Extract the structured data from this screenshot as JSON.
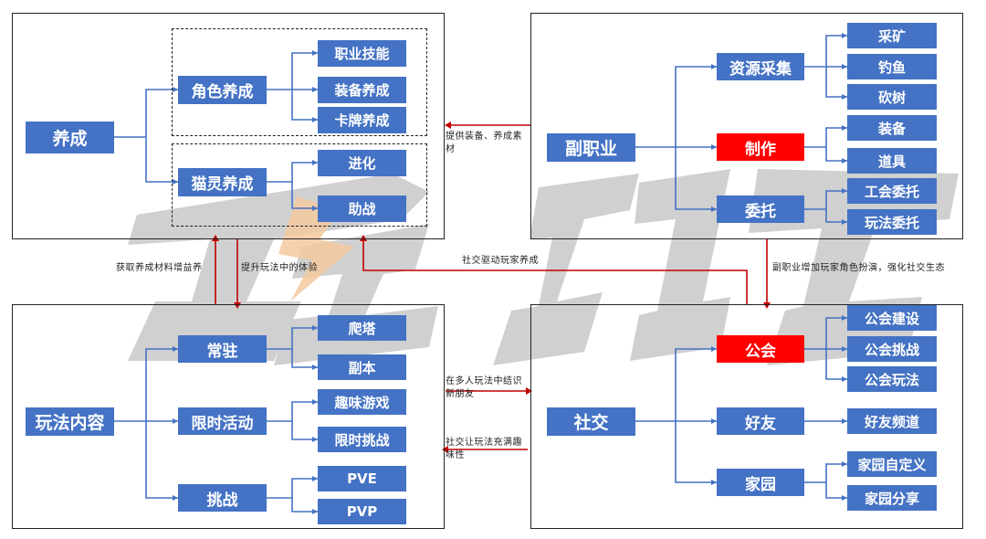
{
  "panels": {
    "growth": {
      "root": "养成",
      "branches": [
        {
          "label": "角色养成",
          "children": [
            "职业技能",
            "装备养成",
            "卡牌养成"
          ]
        },
        {
          "label": "猫灵养成",
          "children": [
            "进化",
            "助战"
          ]
        }
      ]
    },
    "subjob": {
      "root": "副职业",
      "branches": [
        {
          "label": "资源采集",
          "children": [
            "采矿",
            "钓鱼",
            "砍树"
          ]
        },
        {
          "label": "制作",
          "children": [
            "装备",
            "道具"
          ]
        },
        {
          "label": "委托",
          "children": [
            "工会委托",
            "玩法委托"
          ]
        }
      ]
    },
    "content": {
      "root": "玩法内容",
      "branches": [
        {
          "label": "常驻",
          "children": [
            "爬塔",
            "副本"
          ]
        },
        {
          "label": "限时活动",
          "children": [
            "趣味游戏",
            "限时挑战"
          ]
        },
        {
          "label": "挑战",
          "children": [
            "PVE",
            "PVP"
          ]
        }
      ]
    },
    "social": {
      "root": "社交",
      "branches": [
        {
          "label": "公会",
          "children": [
            "公会建设",
            "公会挑战",
            "公会玩法"
          ]
        },
        {
          "label": "好友",
          "children": [
            "好友频道"
          ]
        },
        {
          "label": "家园",
          "children": [
            "家园自定义",
            "家园分享"
          ]
        }
      ]
    }
  },
  "annotations": {
    "provide_materials": "提供装备、养成素材",
    "get_materials": "获取养成材料增益养",
    "improve_experience": "提升玩法中的体验",
    "social_drive": "社交驱动玩家养成",
    "subjob_roleplay": "副职业增加玩家角色扮演，强化社交生态",
    "make_friends": "在多人玩法中结识新朋友",
    "social_fun": "社交让玩法充满趣味性"
  },
  "colors": {
    "node": "#4472c4",
    "highlight": "#ff0000",
    "connector": "#4472c4",
    "relation_arrow": "#c00000",
    "watermark": "#bfbfbf"
  }
}
